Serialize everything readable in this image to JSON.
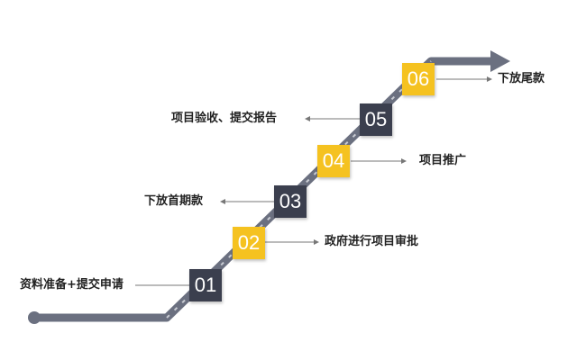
{
  "colors": {
    "dark": "#3b3f4e",
    "yellow": "#f5c220",
    "track": "#6b7080",
    "arrow": "#7a7f8c",
    "connector": "#777777",
    "text": "#222222"
  },
  "steps": [
    {
      "number": "01",
      "label": "资料准备+提交申请",
      "style": "dark"
    },
    {
      "number": "02",
      "label": "政府进行项目审批",
      "style": "yellow"
    },
    {
      "number": "03",
      "label": "下放首期款",
      "style": "dark"
    },
    {
      "number": "04",
      "label": "项目推广",
      "style": "yellow"
    },
    {
      "number": "05",
      "label": "项目验收、提交报告",
      "style": "dark"
    },
    {
      "number": "06",
      "label": "下放尾款",
      "style": "yellow"
    }
  ]
}
